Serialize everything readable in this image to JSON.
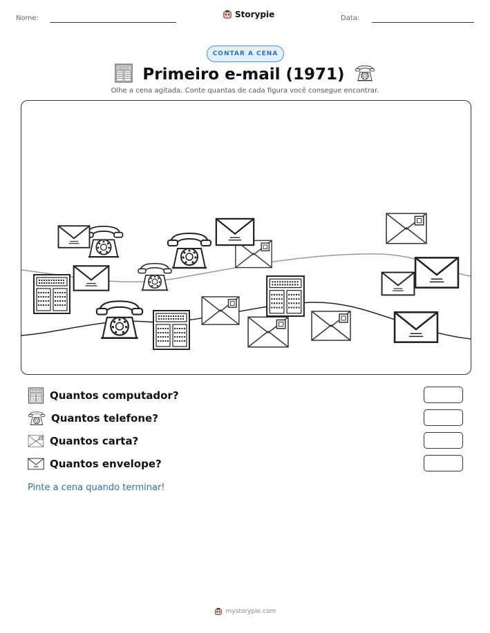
{
  "header": {
    "name_label": "Nome:",
    "date_label": "Data:",
    "brand": "Storypie"
  },
  "badge": "CONTAR A CENA",
  "title": "Primeiro e-mail (1971)",
  "subtitle": "Olhe a cena agitada. Conte quantas de cada figura você consegue encontrar.",
  "scene": {
    "objects": [
      {
        "kind": "computer-icon",
        "count_group": "computador"
      },
      {
        "kind": "computer-icon",
        "count_group": "computador"
      },
      {
        "kind": "computer-icon",
        "count_group": "computador"
      },
      {
        "kind": "telephone-icon",
        "count_group": "telefone"
      },
      {
        "kind": "telephone-icon",
        "count_group": "telefone"
      },
      {
        "kind": "telephone-icon",
        "count_group": "telefone"
      },
      {
        "kind": "telephone-icon",
        "count_group": "telefone"
      },
      {
        "kind": "letter-icon",
        "count_group": "carta"
      },
      {
        "kind": "letter-icon",
        "count_group": "carta"
      },
      {
        "kind": "letter-icon",
        "count_group": "carta"
      },
      {
        "kind": "letter-icon",
        "count_group": "carta"
      },
      {
        "kind": "letter-icon",
        "count_group": "carta"
      },
      {
        "kind": "envelope-icon",
        "count_group": "envelope"
      },
      {
        "kind": "envelope-icon",
        "count_group": "envelope"
      },
      {
        "kind": "envelope-icon",
        "count_group": "envelope"
      },
      {
        "kind": "envelope-icon",
        "count_group": "envelope"
      },
      {
        "kind": "envelope-icon",
        "count_group": "envelope"
      },
      {
        "kind": "envelope-icon",
        "count_group": "envelope"
      }
    ]
  },
  "questions": [
    {
      "icon": "computer-icon",
      "label": "Quantos computador?"
    },
    {
      "icon": "telephone-icon",
      "label": "Quantos telefone?"
    },
    {
      "icon": "letter-icon",
      "label": "Quantos carta?"
    },
    {
      "icon": "envelope-icon",
      "label": "Quantos envelope?"
    }
  ],
  "instruction": "Pinte a cena quando terminar!",
  "footer": "mystorypie.com",
  "colors": {
    "accent": "#2a6fb8",
    "badge_bg": "#e3f0fc",
    "ink": "#222222"
  }
}
